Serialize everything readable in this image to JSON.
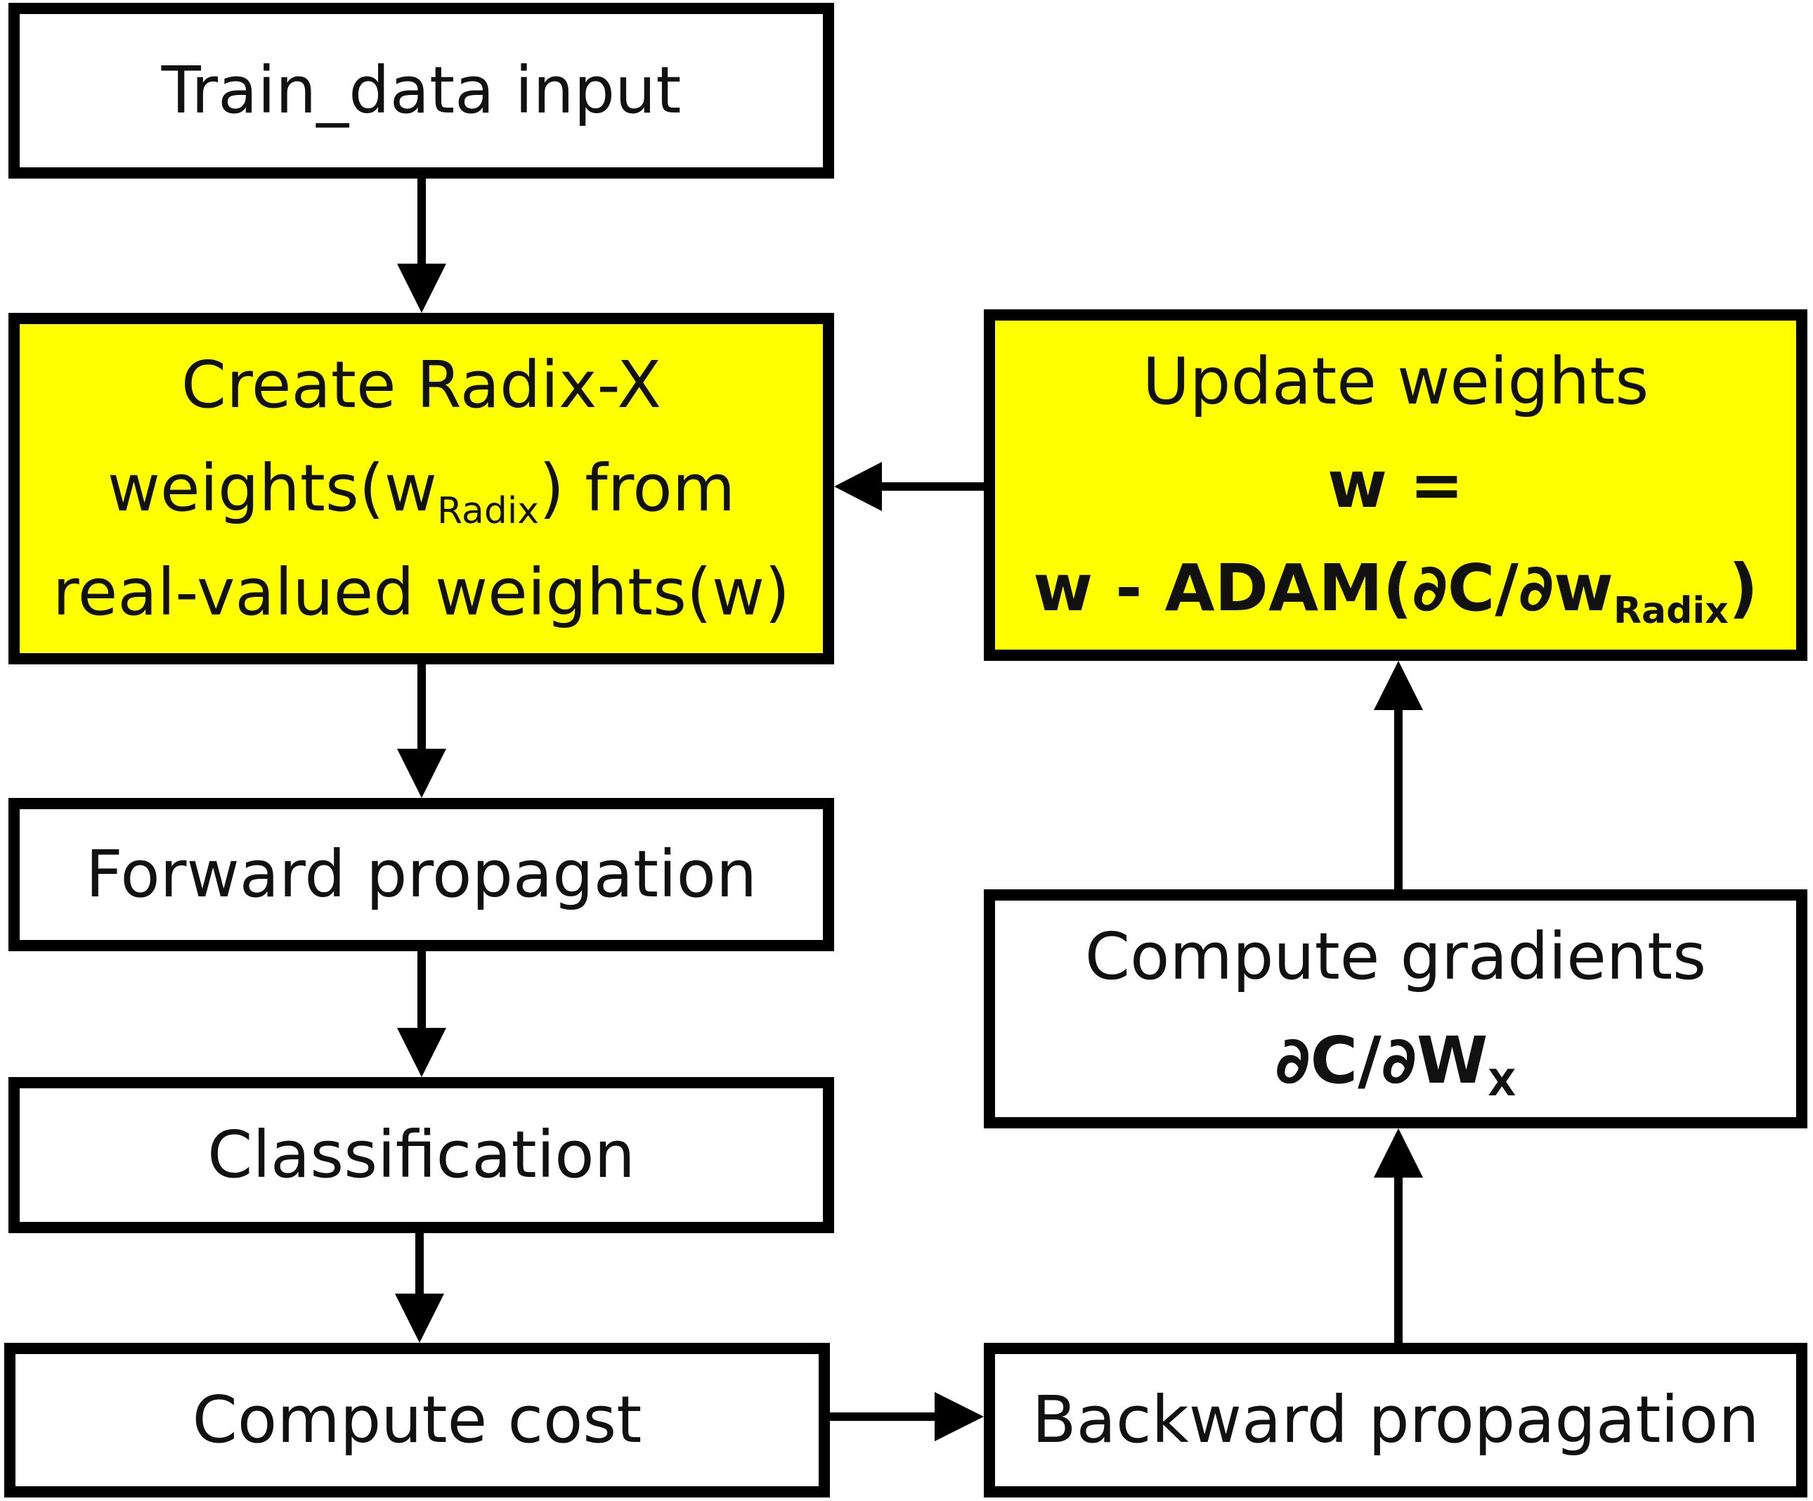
{
  "nodes": {
    "train_input": {
      "label": "Train_data input"
    },
    "create_radix": {
      "line1": "Create Radix-X",
      "line2_pre": "weights(w",
      "line2_sub": "Radix",
      "line2_post": ") from",
      "line3": "real-valued weights(w)"
    },
    "update_weights": {
      "line1": "Update weights",
      "line2": "w =",
      "line3_pre": "w - ADAM(∂C/∂w",
      "line3_sub": "Radix",
      "line3_post": ")"
    },
    "forward_prop": {
      "label": "Forward propagation"
    },
    "compute_gradients": {
      "line1": "Compute gradients",
      "line2_pre": "∂C/∂W",
      "line2_sub": "X"
    },
    "classification": {
      "label": "Classification"
    },
    "compute_cost": {
      "label": "Compute cost"
    },
    "backward_prop": {
      "label": "Backward propagation"
    }
  },
  "colors": {
    "highlight": "#ffff00",
    "stroke": "#000000"
  }
}
